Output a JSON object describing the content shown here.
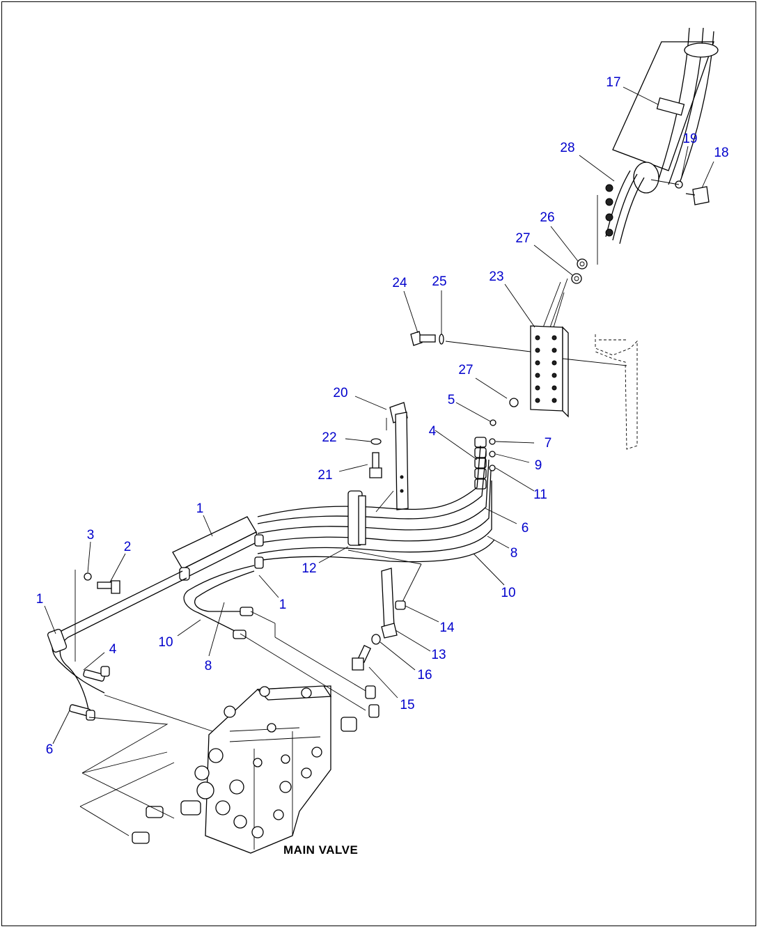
{
  "diagram": {
    "caption": "MAIN VALVE",
    "callouts": [
      "17",
      "28",
      "19",
      "18",
      "26",
      "27",
      "24",
      "25",
      "23",
      "27",
      "5",
      "20",
      "22",
      "21",
      "4",
      "7",
      "9",
      "11",
      "6",
      "8",
      "10",
      "12",
      "1",
      "3",
      "2",
      "1",
      "1",
      "14",
      "13",
      "16",
      "15",
      "10",
      "8",
      "4",
      "6"
    ]
  }
}
